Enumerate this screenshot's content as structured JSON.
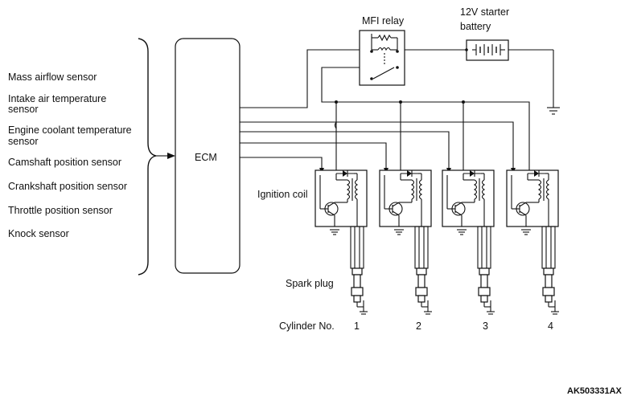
{
  "sensors": [
    {
      "line1": "Mass airflow sensor",
      "line2": ""
    },
    {
      "line1": "Intake air temperature",
      "line2": "sensor"
    },
    {
      "line1": "Engine coolant temperature",
      "line2": "sensor"
    },
    {
      "line1": "Camshaft position sensor",
      "line2": ""
    },
    {
      "line1": "Crankshaft position sensor",
      "line2": ""
    },
    {
      "line1": "Throttle position sensor",
      "line2": ""
    },
    {
      "line1": "Knock sensor",
      "line2": ""
    }
  ],
  "ecm_label": "ECM",
  "mfi_relay_label": "MFI relay",
  "battery_label_line1": "12V starter",
  "battery_label_line2": "battery",
  "ignition_coil_label": "Ignition coil",
  "spark_plug_label": "Spark plug",
  "cylinder_label": "Cylinder No.",
  "cylinders": [
    "1",
    "2",
    "3",
    "4"
  ],
  "figure_id": "AK503331AX"
}
